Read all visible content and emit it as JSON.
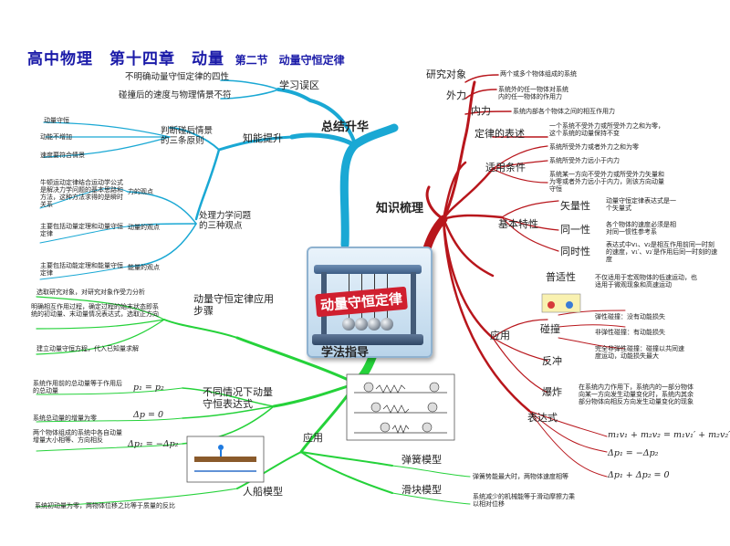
{
  "title": {
    "main": "高中物理　第十四章　动量",
    "sub": "第二节　动量守恒定律"
  },
  "center": {
    "label": "动量守恒定律"
  },
  "branches": {
    "summary": "总结升华",
    "knowledge": "知识梳理",
    "method": "学法指导",
    "apply": "应用"
  },
  "summary": {
    "misconceptions": {
      "label": "学习误区",
      "items": [
        "不明确动量守恒定律的四性",
        "碰撞后的速度与物理情景不符"
      ]
    },
    "ability": {
      "label": "知能提升",
      "collision": {
        "label": "判断碰后情景的三条原则",
        "items": [
          "动量守恒",
          "动能不增加",
          "速度要符合情景"
        ]
      },
      "views": {
        "label": "处理力学问题的三种观点",
        "force": {
          "label": "力的观点",
          "desc": "牛顿运动定律结合运动学公式是解决力学问题的基本思路和方法，这种方法求得的是瞬时关系"
        },
        "momentum": {
          "label": "动量的观点",
          "desc": "主要包括动量定理和动量守恒定律"
        },
        "energy": {
          "label": "能量的观点",
          "desc": "主要包括动能定理和能量守恒定律"
        }
      }
    }
  },
  "knowledge": {
    "research": {
      "label": "研究对象",
      "desc": "两个或多个物体组成的系统"
    },
    "external": {
      "label": "外力",
      "desc": "系统外的任一物体对系统内的任一物体的作用力"
    },
    "internal": {
      "label": "内力",
      "desc": "系统内部各个物体之间的相互作用力"
    },
    "statement": {
      "label": "定律的表述",
      "desc": "一个系统不受外力或所受外力之和为零，这个系统的动量保持不变"
    },
    "conditions": {
      "label": "适用条件",
      "items": [
        "系统所受外力或者外力之和为零",
        "系统所受外力远小于内力",
        "系统某一方向不受外力或所受外力矢量和为零或者外力远小于内力，则该方向动量守恒"
      ]
    },
    "characteristics": {
      "label": "基本特性",
      "vector": {
        "label": "矢量性",
        "desc": "动量守恒定律表达式是一个矢量式"
      },
      "same": {
        "label": "同一性",
        "desc": "各个物体的速度必须是相对同一惯性参考系"
      },
      "simultaneous": {
        "label": "同时性",
        "desc": "表达式中v₁、v₂是相互作用前同一时刻的速度，v₁′、v₂′是作用后同一时刻的速度"
      }
    },
    "universality": {
      "label": "普适性",
      "desc": "不仅适用于宏观物体的低速运动，也适用于微观现象和高速运动"
    },
    "application": {
      "label": "应用",
      "collision": {
        "label": "碰撞",
        "items": [
          "弹性碰撞：没有动能损失",
          "非弹性碰撞：有动能损失",
          "完全非弹性碰撞：碰撞以共同速度运动，动能损失最大"
        ]
      },
      "recoil": {
        "label": "反冲"
      },
      "explosion": {
        "label": "爆炸",
        "desc": "在系统内力作用下，系统内的一部分物体向某一方向发生动量变化时，系统内其余部分物体向相反方向发生动量变化的现象"
      }
    },
    "expression": {
      "label": "表达式",
      "items": [
        "m₁v₁ + m₂v₂ = m₁v₁′ + m₂v₂′",
        "Δp₁ = −Δp₂",
        "Δp₁ + Δp₂ = 0"
      ]
    }
  },
  "method": {
    "steps": {
      "label": "动量守恒定律应用步骤",
      "items": [
        "选取研究对象，对研究对象作受力分析",
        "明确相互作用过程，确定过程的始末状态即系统的初动量、末动量情况表达式，选取正方向",
        "建立动量守恒方程，代入已知量求解"
      ]
    },
    "expressions": {
      "label": "不同情况下动量守恒表达式",
      "items": [
        {
          "desc": "系统作用前的总动量等于作用后的总动量",
          "formula": "p₁ = p₂"
        },
        {
          "desc": "系统总动量的增量为零",
          "formula": "Δp = 0"
        },
        {
          "desc": "两个物体组成的系统中各自动量增量大小相等、方向相反",
          "formula": "Δp₁ = −Δp₂"
        }
      ]
    },
    "models": {
      "label": "应用",
      "spring": {
        "label": "弹簧模型",
        "desc": "弹簧势能最大时，两物体速度相等"
      },
      "slider": {
        "label": "滑块模型",
        "desc": "系统减少的机械能等于滑动摩擦力乘以相对位移"
      },
      "boat": {
        "label": "人船模型",
        "desc": "系统初动量为零，两物体位移之比等于质量的反比"
      }
    }
  },
  "colors": {
    "cyan": "#1aa8d4",
    "red": "#b8161c",
    "green": "#25d23a",
    "title": "#1a1aa8"
  }
}
